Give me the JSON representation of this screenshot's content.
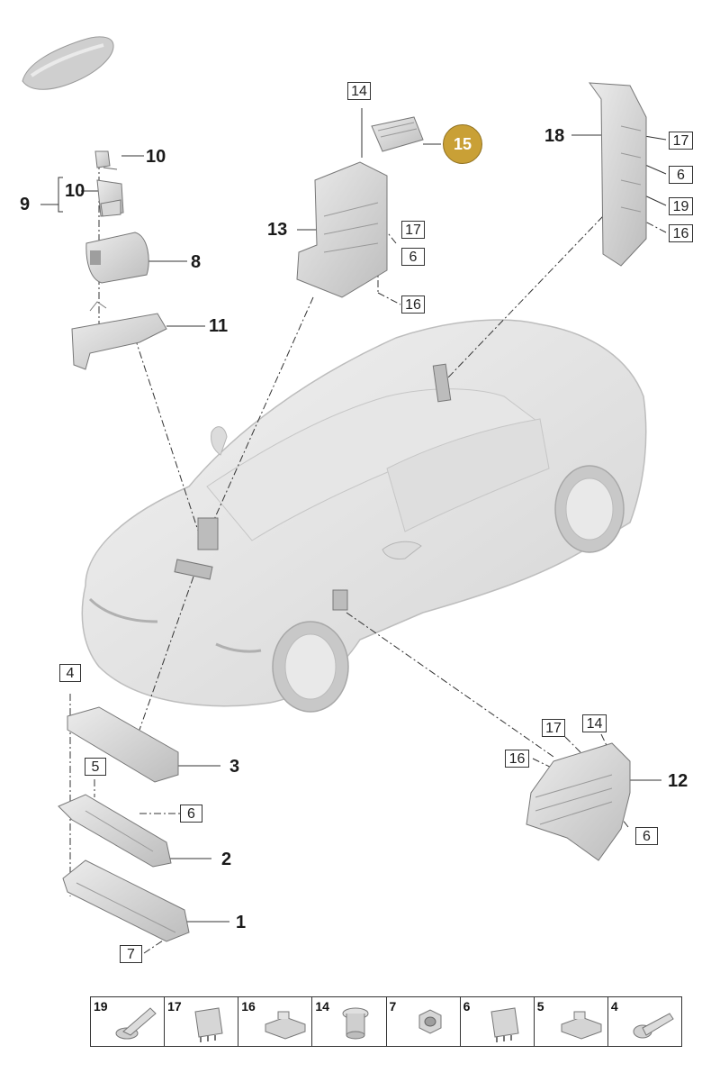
{
  "diagram": {
    "callouts_bold": [
      {
        "id": "c10a",
        "text": "10"
      },
      {
        "id": "c10b",
        "text": "10"
      },
      {
        "id": "c9",
        "text": "9"
      },
      {
        "id": "c8",
        "text": "8"
      },
      {
        "id": "c11",
        "text": "11"
      },
      {
        "id": "c13",
        "text": "13"
      },
      {
        "id": "c18",
        "text": "18"
      },
      {
        "id": "c3",
        "text": "3"
      },
      {
        "id": "c2",
        "text": "2"
      },
      {
        "id": "c1",
        "text": "1"
      },
      {
        "id": "c12",
        "text": "12"
      }
    ],
    "callouts_boxed": [
      {
        "id": "b14a",
        "text": "14"
      },
      {
        "id": "b17a",
        "text": "17"
      },
      {
        "id": "b6a",
        "text": "6"
      },
      {
        "id": "b16a",
        "text": "16"
      },
      {
        "id": "b17b",
        "text": "17"
      },
      {
        "id": "b6b",
        "text": "6"
      },
      {
        "id": "b19",
        "text": "19"
      },
      {
        "id": "b16b",
        "text": "16"
      },
      {
        "id": "b4",
        "text": "4"
      },
      {
        "id": "b5",
        "text": "5"
      },
      {
        "id": "b6c",
        "text": "6"
      },
      {
        "id": "b7",
        "text": "7"
      },
      {
        "id": "b17c",
        "text": "17"
      },
      {
        "id": "b14b",
        "text": "14"
      },
      {
        "id": "b16c",
        "text": "16"
      },
      {
        "id": "b6d",
        "text": "6"
      }
    ],
    "highlighted_part": "15",
    "highlight_color": "#c9a036"
  },
  "legend": {
    "items": [
      {
        "number": "19",
        "icon": "flange-bolt-icon"
      },
      {
        "number": "17",
        "icon": "relay-icon"
      },
      {
        "number": "16",
        "icon": "fuse-plate-icon"
      },
      {
        "number": "14",
        "icon": "nut-sleeve-icon"
      },
      {
        "number": "7",
        "icon": "hex-nut-icon"
      },
      {
        "number": "6",
        "icon": "relay-icon"
      },
      {
        "number": "5",
        "icon": "fuse-plate-icon"
      },
      {
        "number": "4",
        "icon": "screw-icon"
      }
    ]
  }
}
